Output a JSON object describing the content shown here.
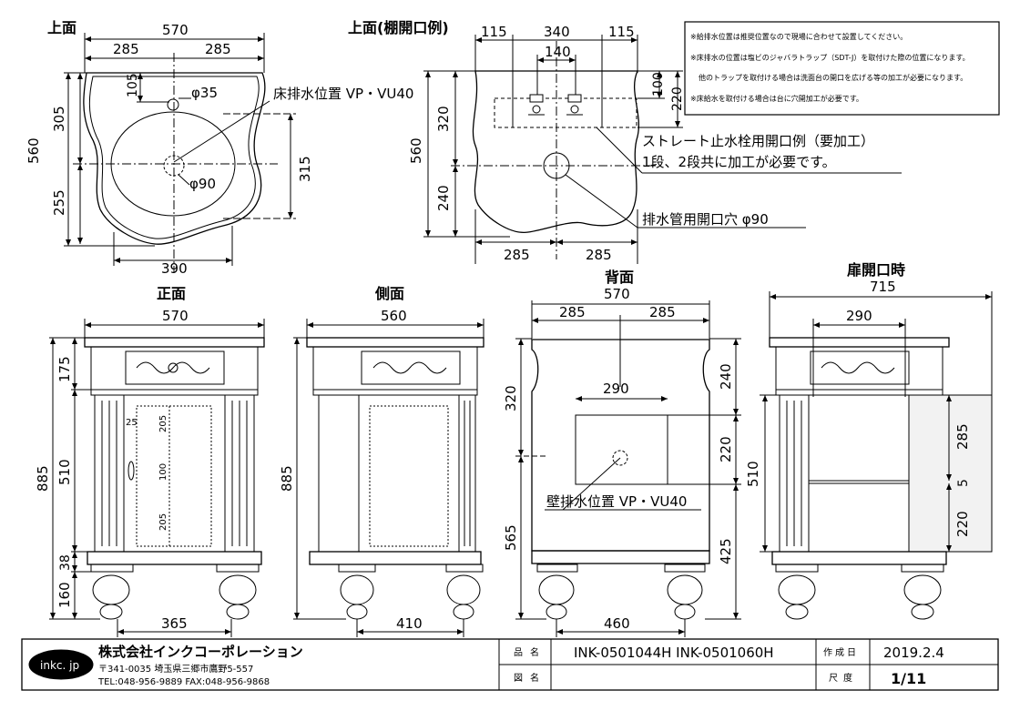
{
  "notes": [
    "※給排水位置は推奨位置なので現場に合わせて設置してください。",
    "※床排水の位置は塩ビのジャバラトラップ（SDT-J）を取付けた際の位置になります。",
    "他のトラップを取付ける場合は洗面台の開口を広げる等の加工が必要になります。",
    "※床給水を取付ける場合は台に穴開加工が必要です。"
  ],
  "views": {
    "top": {
      "title": "上面",
      "dims": {
        "overall_w": "570",
        "half_l": "285",
        "half_r": "285",
        "hole_off": "105",
        "hole_d": "φ35",
        "drain_d": "φ90",
        "upper": "305",
        "lower": "255",
        "total_d": "560",
        "bowl_d": "315",
        "bottom_w": "390"
      },
      "callout": "床排水位置 VP・VU40"
    },
    "shelf": {
      "title": "上面(棚開口例)",
      "dims": {
        "l": "115",
        "mid": "340",
        "r": "115",
        "valve_gap": "140",
        "v100": "100",
        "v220": "220",
        "v320": "320",
        "v560": "560",
        "v240": "240",
        "b_l": "285",
        "b_r": "285"
      },
      "callout1": "ストレート止水栓用開口例（要加工）",
      "callout1b": "1段、2段共に加工が必要です。",
      "callout2": "排水管用開口穴 φ90"
    },
    "front": {
      "title": "正面",
      "dims": {
        "w": "570",
        "h175": "175",
        "h510": "510",
        "h38": "38",
        "h160": "160",
        "h885": "885",
        "d25": "25",
        "d205a": "205",
        "d100": "100",
        "d205b": "205",
        "legs": "365"
      }
    },
    "side": {
      "title": "側面",
      "dims": {
        "w": "560",
        "h885": "885",
        "legs": "410"
      }
    },
    "back": {
      "title": "背面",
      "dims": {
        "w": "570",
        "l": "285",
        "r": "285",
        "open_w": "290",
        "h240": "240",
        "h220": "220",
        "h425": "425",
        "h320": "320",
        "h565": "565",
        "legs": "460"
      },
      "callout": "壁排水位置 VP・VU40"
    },
    "open": {
      "title": "扉開口時",
      "dims": {
        "w": "715",
        "inner": "290",
        "h510": "510",
        "h285": "285",
        "h5": "5",
        "h220": "220"
      }
    }
  },
  "titleblock": {
    "logo": "inkc. jp",
    "company": "株式会社インクコーポレーション",
    "address": "〒341-0035 埼玉県三郷市鷹野5-557",
    "tel": "TEL:048-956-9889  FAX:048-956-9868",
    "product_label": "品名",
    "product": "INK-0501044H  INK-0501060H",
    "drawing_label": "図名",
    "drawing": "",
    "date_label": "作成日",
    "date": "2019.2.4",
    "scale_label": "尺度",
    "scale": "1/11"
  }
}
